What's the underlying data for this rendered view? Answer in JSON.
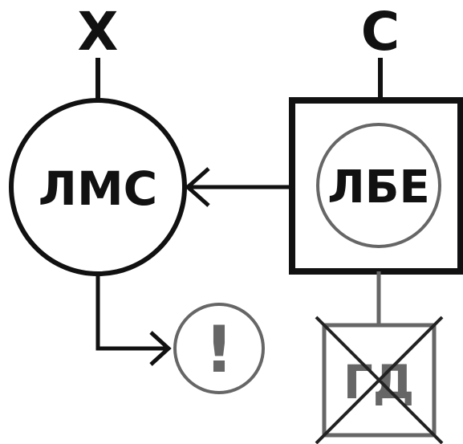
{
  "top_labels": {
    "left": "X",
    "right": "C"
  },
  "nodes": {
    "lms": "ЛМС",
    "lbe": "ЛБЕ",
    "alert": "!",
    "gd": "ГД"
  },
  "node_states": {
    "gd": "crossed-out"
  },
  "colors": {
    "primary": "#111111",
    "secondary": "#666666",
    "background": "#ffffff"
  }
}
